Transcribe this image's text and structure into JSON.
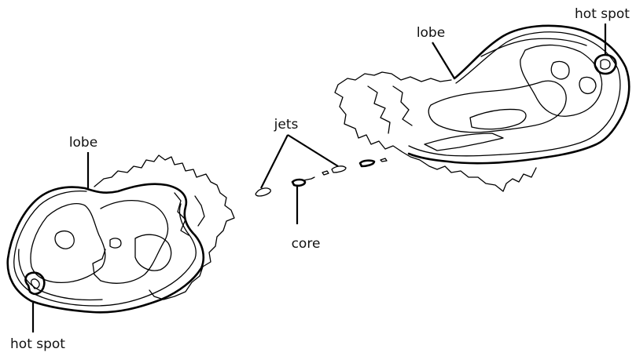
{
  "labels": {
    "lobe_left": "lobe",
    "lobe_right": "lobe",
    "hot_spot_left": "hot spot",
    "hot_spot_right": "hot spot",
    "jets": "jets",
    "core": "core"
  },
  "colors": {
    "ink": "#000000",
    "background": "#ffffff"
  }
}
